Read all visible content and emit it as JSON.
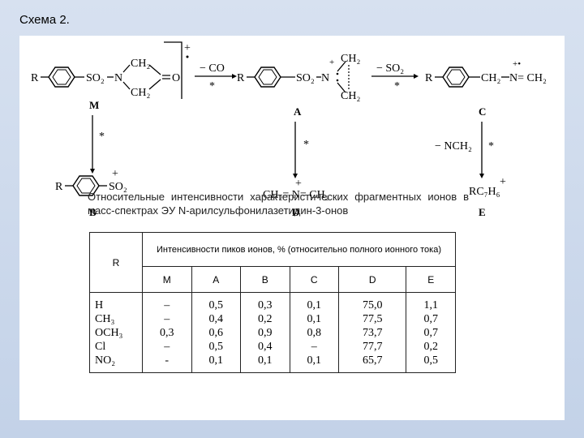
{
  "slide": {
    "title": "Схема 2."
  },
  "scheme": {
    "m_r": "R",
    "m_so2": "SO₂",
    "m_n": "N",
    "m_ch2_top": "CH₂",
    "m_ch2_bot": "CH₂",
    "m_o": "O",
    "m_charge": "+",
    "m_label": "M",
    "arrow1_label": "− CO",
    "arrow2_label": "− SO₂",
    "arrow_star": "*",
    "a_r": "R",
    "a_so2": "SO₂",
    "a_n": "N",
    "a_ch2_top": "CH₂",
    "a_ch2_bot": "CH₂",
    "a_label": "A",
    "c_r": "R",
    "c_ch2": "CH₂",
    "c_eq": "N= CH₂",
    "c_label": "C",
    "b_r": "R",
    "b_so2": "SO₂",
    "b_label": "B",
    "d_formula": "CH₂= N= CH₂",
    "d_label": "D",
    "e_minus": "− NCH₂",
    "e_formula": "RC₇H₆",
    "e_label": "E"
  },
  "caption": "Относительные интенсивности характеристических фрагментных ионов в масс-спектрах ЭУ N-арилсульфонилазетидин-3-онов",
  "table": {
    "r_header": "R",
    "group_header": "Интенсивности пиков ионов, % (относительно полного ионного тока)",
    "columns": [
      "M",
      "A",
      "B",
      "C",
      "D",
      "E"
    ],
    "rows": [
      {
        "r": "H",
        "values": [
          "–",
          "0,5",
          "0,3",
          "0,1",
          "75,0",
          "1,1"
        ]
      },
      {
        "r": "CH₃",
        "values": [
          "–",
          "0,4",
          "0,2",
          "0,1",
          "77,5",
          "0,7"
        ]
      },
      {
        "r": "OCH₃",
        "values": [
          "0,3",
          "0,6",
          "0,9",
          "0,8",
          "73,7",
          "0,7"
        ]
      },
      {
        "r": "Cl",
        "values": [
          "–",
          "0,5",
          "0,4",
          "–",
          "77,7",
          "0,2"
        ]
      },
      {
        "r": "NO₂",
        "values": [
          "-",
          "0,1",
          "0,1",
          "0,1",
          "65,7",
          "0,5"
        ]
      }
    ]
  }
}
